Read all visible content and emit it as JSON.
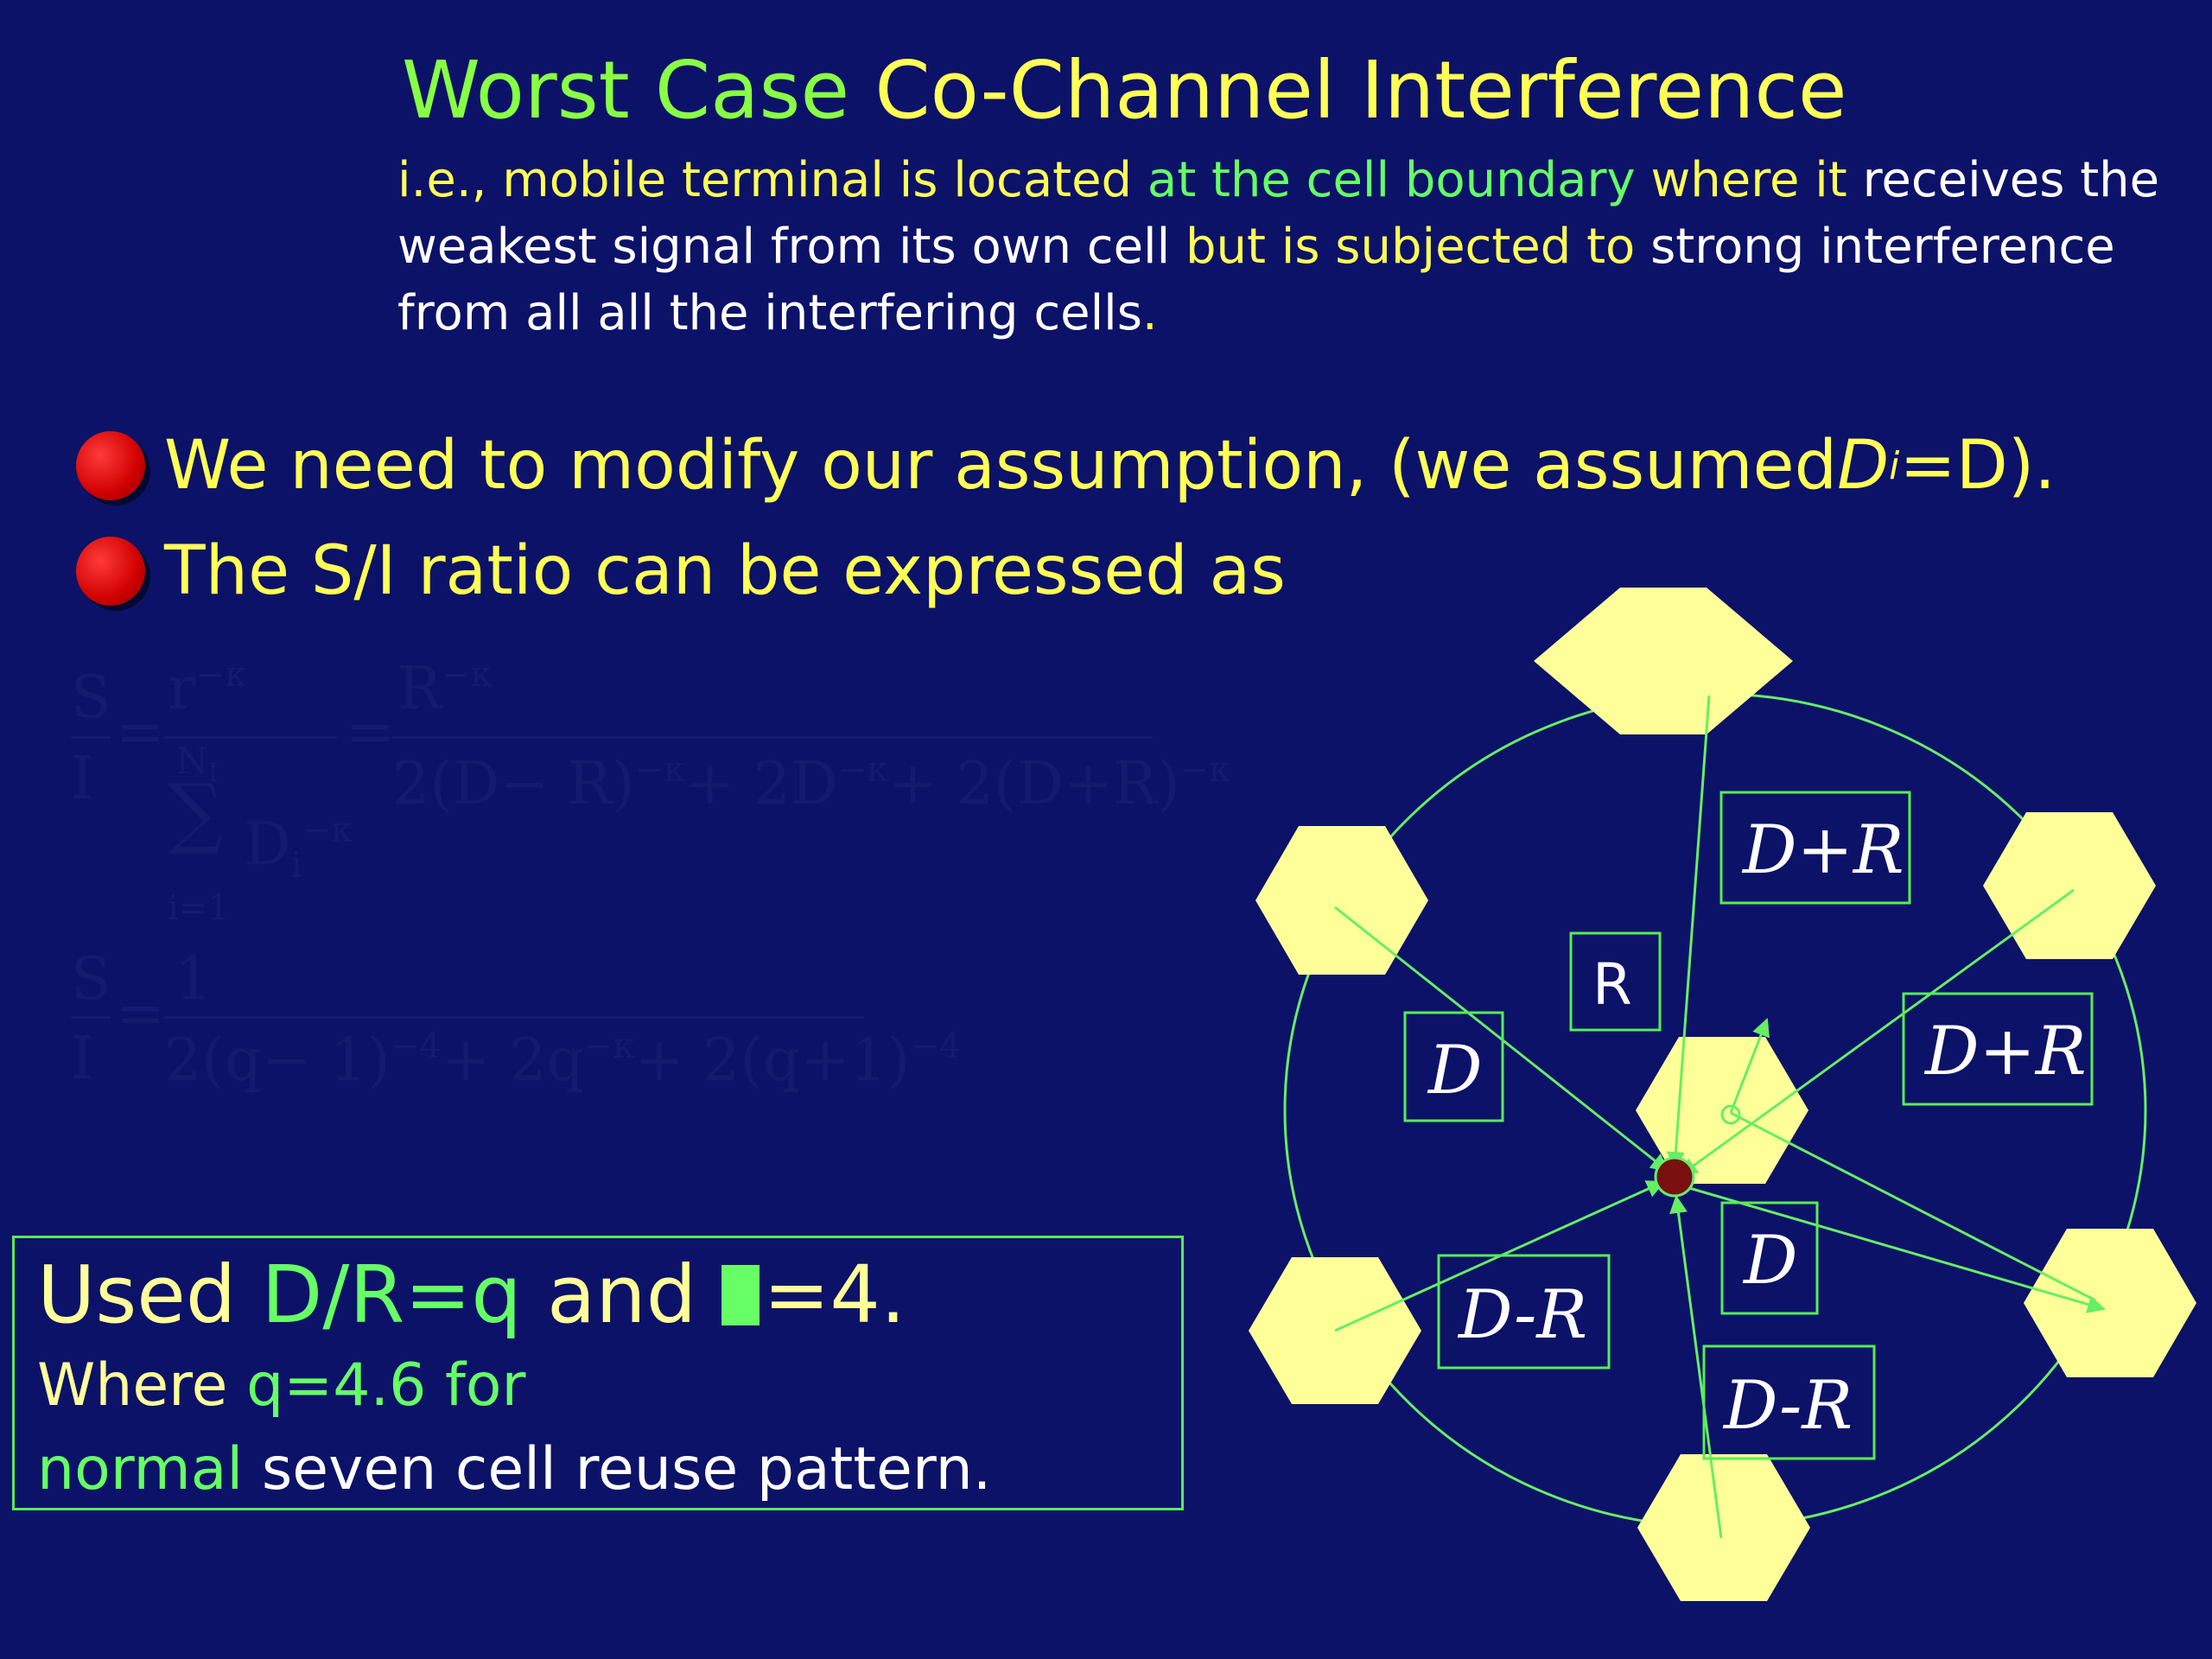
{
  "title": {
    "part1": "Worst Case ",
    "part2": "Co-Channel Interference"
  },
  "subtitle": {
    "s1": "i.e., mobile terminal is located ",
    "s2": "at the cell boundary",
    "s3": " where it ",
    "s4": "receives the weakest signal from its own cell ",
    "s5": "but is subjected to ",
    "s6": "strong interference from all all the interfering cells",
    "s7": "."
  },
  "bullets": [
    {
      "pre": "We need to modify our assumption, (we assumed ",
      "var": "D",
      "sub": "i",
      "post": "=D)."
    },
    {
      "text": "The S/I ratio can be  expressed as"
    }
  ],
  "formula": {
    "eq1_lhs_num": "S",
    "eq1_lhs_den": "I",
    "eq1_mid_num": "r",
    "eq1_mid_num_exp": "−κ",
    "eq1_sum_top": "N",
    "eq1_sum_top_sub": "I",
    "eq1_sum_sym": "∑",
    "eq1_sum_term": "D",
    "eq1_sum_term_sub": "i",
    "eq1_sum_term_exp": "−κ",
    "eq1_sum_bottom": "i=1",
    "eq1_rhs_num": "R",
    "eq1_rhs_num_exp": "−κ",
    "eq1_rhs_den": "2(D− R)",
    "eq1_rhs_den_exp1": "−κ",
    "eq1_rhs_den_2": "+ 2D",
    "eq1_rhs_den_exp2": "−κ",
    "eq1_rhs_den_3": "+ 2(D+R)",
    "eq1_rhs_den_exp3": "−κ",
    "eq2_lhs_num": "S",
    "eq2_lhs_den": "I",
    "eq2_rhs_num": "1",
    "eq2_rhs_den": "2(q− 1)",
    "eq2_rhs_den_exp1": "−4",
    "eq2_rhs_den_2": "+ 2q",
    "eq2_rhs_den_exp2": "−κ",
    "eq2_rhs_den_3": "+ 2(q+1)",
    "eq2_rhs_den_exp3": "−4",
    "equals": "="
  },
  "note_box": {
    "l1a": "Used ",
    "l1b": "D/R=q",
    "l1c": " and ",
    "l1d": "=4.",
    "l2a": "Where ",
    "l2b": "q=4.6 for",
    "l3a": "normal",
    "l3b": " seven cell reuse pattern."
  },
  "diagram_labels": {
    "dpr_top": "D+R",
    "r": "R",
    "d_left": "D",
    "dpr_right": "D+R",
    "d_bottom": "D",
    "dmr_left": "D-R",
    "dmr_bottom": "D-R"
  },
  "colors": {
    "background": "#0c1268",
    "title_green": "#88ff44",
    "title_yellow": "#ffff55",
    "hex_fill": "#ffff99",
    "line_green": "#66ee66",
    "bullet_red": "#e00000"
  }
}
